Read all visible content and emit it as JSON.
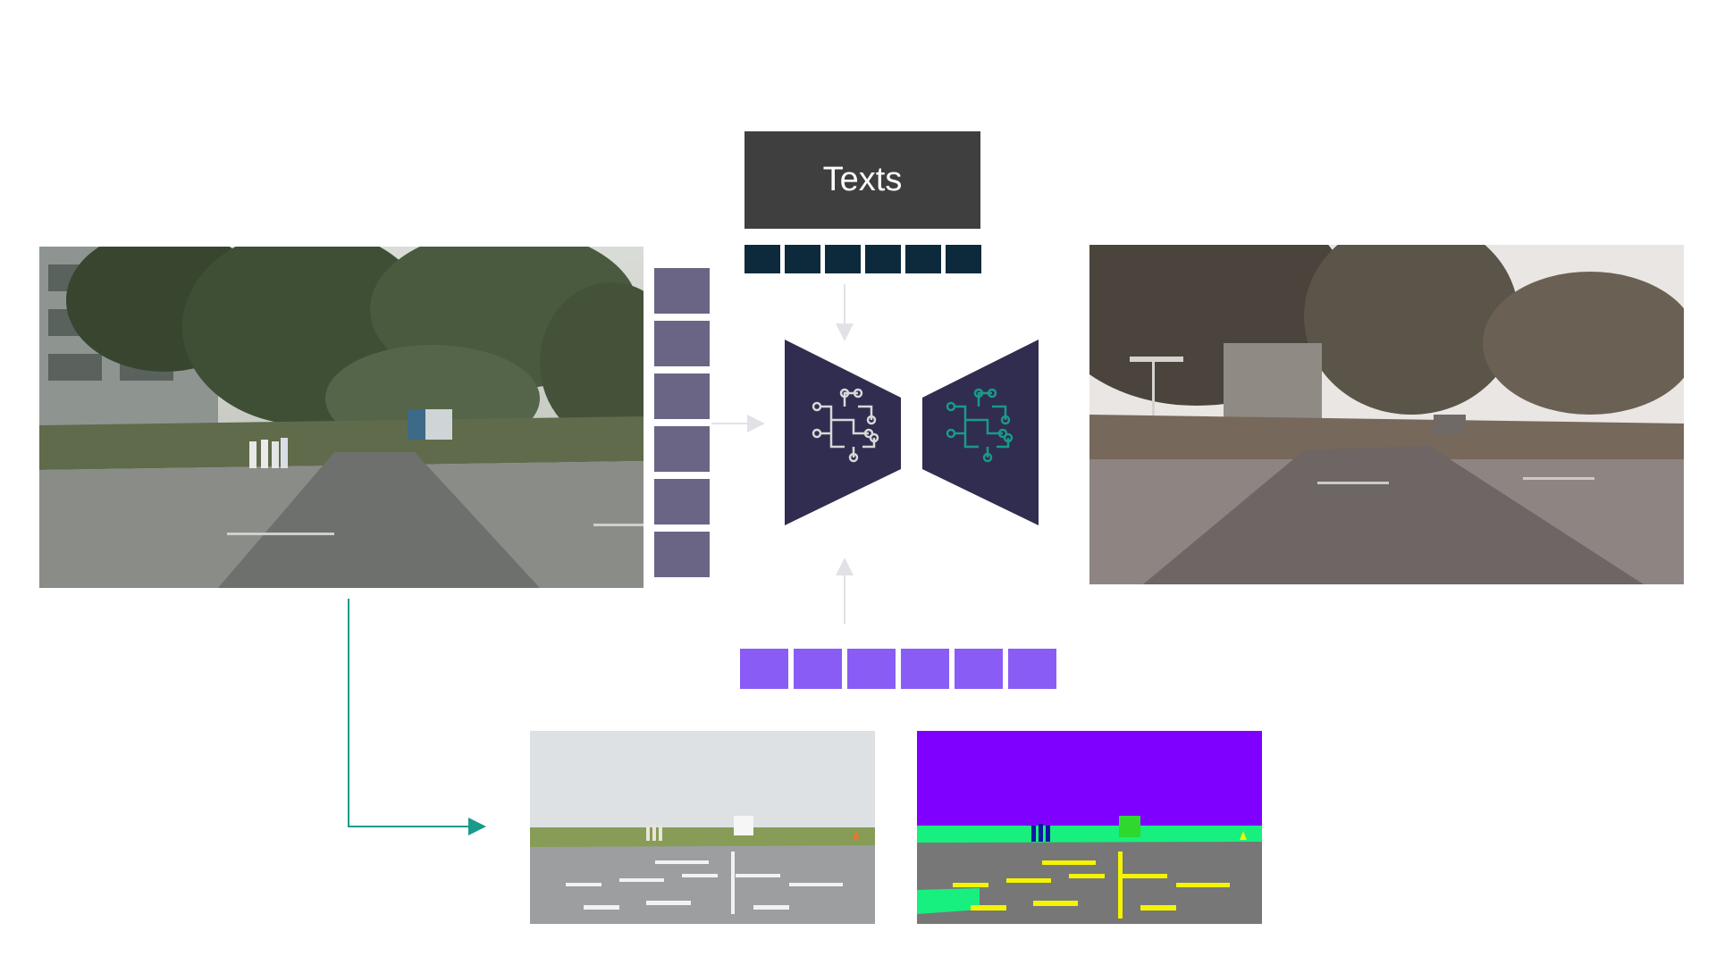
{
  "texts_box": {
    "label": "Texts"
  },
  "colors": {
    "text_tokens": "#0d2a3c",
    "image_tokens": "#6a6584",
    "condition_tokens": "#8a5cf6",
    "model_block": "#302d50",
    "arrow_teal": "#1a9a8a",
    "arrow_light": "#e2e2e6"
  },
  "tokens": {
    "text_count": 6,
    "image_count": 6,
    "condition_count": 6
  },
  "icons": {
    "encoder": "circuit-brain-icon",
    "decoder": "circuit-brain-icon"
  }
}
